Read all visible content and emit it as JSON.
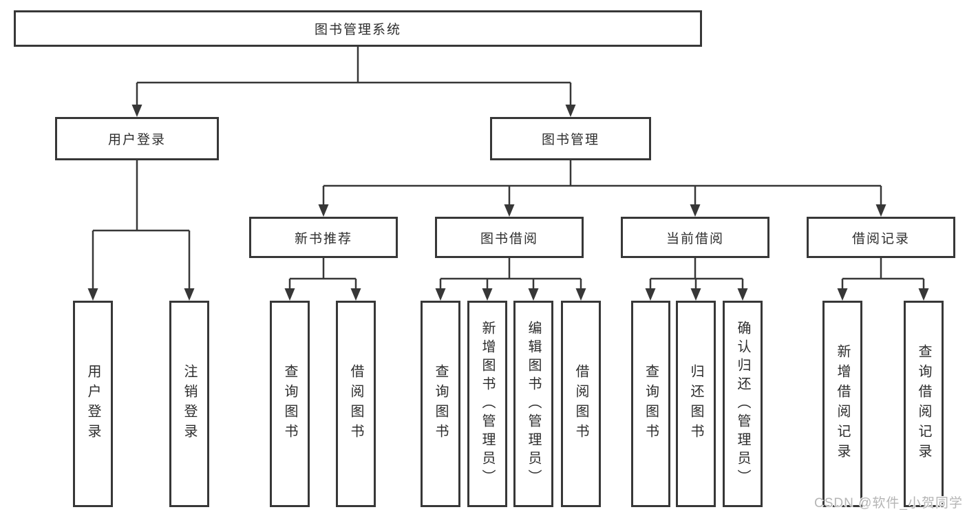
{
  "colors": {
    "line": "#373737",
    "box_border": "#373737",
    "box_background": "#ffffff",
    "text": "#2d2d2d",
    "page_background": "#ffffff",
    "watermark": "#b5b5b5"
  },
  "watermark": {
    "text": "CSDN @软件_小贺同学"
  },
  "tree": {
    "label": "图书管理系统",
    "children": [
      {
        "label": "用户登录",
        "children": [
          {
            "label": "用户登录"
          },
          {
            "label": "注销登录"
          }
        ]
      },
      {
        "label": "图书管理",
        "children": [
          {
            "label": "新书推荐",
            "children": [
              {
                "label": "查询图书"
              },
              {
                "label": "借阅图书"
              }
            ]
          },
          {
            "label": "图书借阅",
            "children": [
              {
                "label": "查询图书"
              },
              {
                "label": "新增图书（管理员）"
              },
              {
                "label": "编辑图书（管理员）"
              },
              {
                "label": "借阅图书"
              }
            ]
          },
          {
            "label": "当前借阅",
            "children": [
              {
                "label": "查询图书"
              },
              {
                "label": "归还图书"
              },
              {
                "label": "确认归还（管理员）"
              }
            ]
          },
          {
            "label": "借阅记录",
            "children": [
              {
                "label": "新增借阅记录"
              },
              {
                "label": "查询借阅记录"
              }
            ]
          }
        ]
      }
    ]
  }
}
